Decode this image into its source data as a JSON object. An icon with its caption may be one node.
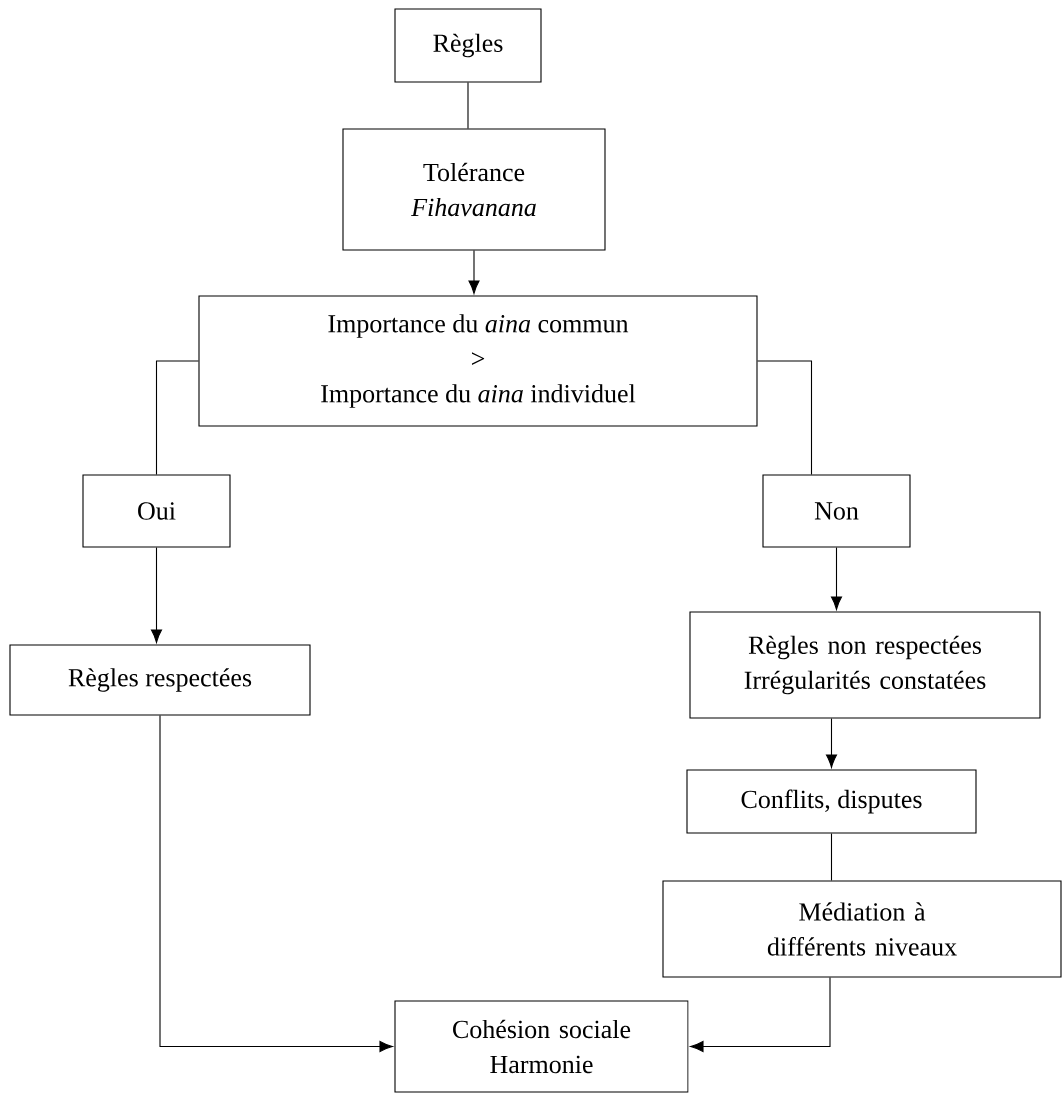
{
  "diagram": {
    "nodes": [
      {
        "text": [
          "Règles"
        ]
      },
      {
        "text": [
          "Tolérance *Fihavanana*"
        ]
      },
      {
        "text": [
          "Importance du *aina* commun",
          ">",
          "Importance du *aina* individuel"
        ]
      },
      {
        "text": [
          "Oui"
        ]
      },
      {
        "text": [
          "Non"
        ]
      },
      {
        "text": [
          "Règles respectées"
        ]
      },
      {
        "text": [
          "Règles non respectées Irrégularités constatées"
        ]
      },
      {
        "text": [
          "Conflits, disputes"
        ]
      },
      {
        "text": [
          "Médiation à différents niveaux"
        ]
      },
      {
        "text": [
          "Cohésion sociale Harmonie"
        ]
      }
    ],
    "edges": [
      {
        "from": 0,
        "to": 1,
        "arrow": "none"
      },
      {
        "from": 1,
        "to": 2,
        "arrow": "to"
      },
      {
        "from": 2,
        "to": 3,
        "arrow": "none"
      },
      {
        "from": 2,
        "to": 4,
        "arrow": "none"
      },
      {
        "from": 3,
        "to": 5,
        "arrow": "to"
      },
      {
        "from": 4,
        "to": 6,
        "arrow": "to"
      },
      {
        "from": 6,
        "to": 7,
        "arrow": "to"
      },
      {
        "from": 7,
        "to": 8,
        "arrow": "none"
      },
      {
        "from": 5,
        "to": 9,
        "arrow": "to"
      },
      {
        "from": 8,
        "to": 9,
        "arrow": "to"
      }
    ]
  }
}
